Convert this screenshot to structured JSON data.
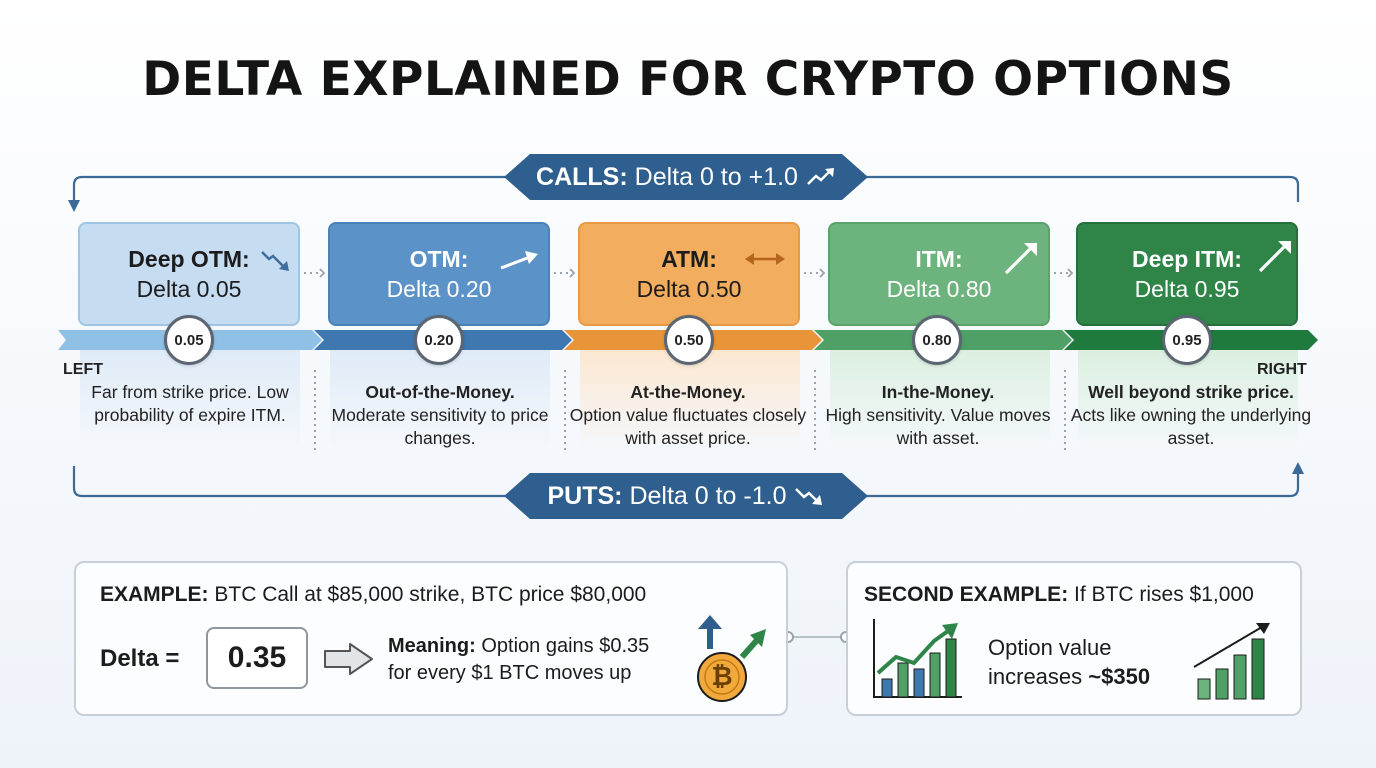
{
  "title": "DELTA EXPLAINED FOR CRYPTO OPTIONS",
  "calls": {
    "label_bold": "CALLS:",
    "label_rest": "Delta 0 to +1.0"
  },
  "puts": {
    "label_bold": "PUTS:",
    "label_rest": "Delta 0 to -1.0"
  },
  "side_labels": {
    "left": "LEFT",
    "right": "RIGHT"
  },
  "stages": [
    {
      "name": "Deep OTM:",
      "delta_text": "Delta 0.05",
      "value": "0.05",
      "desc_bold": "",
      "desc": "Far from strike price. Low probability of expire ITM.",
      "color": "#c6dcf1"
    },
    {
      "name": "OTM:",
      "delta_text": "Delta 0.20",
      "value": "0.20",
      "desc_bold": "Out-of-the-Money.",
      "desc": "Moderate sensitivity to price changes.",
      "color": "#5b93c8"
    },
    {
      "name": "ATM:",
      "delta_text": "Delta 0.50",
      "value": "0.50",
      "desc_bold": "At-the-Money.",
      "desc": "Option value fluctuates closely with asset price.",
      "color": "#f2ad5e"
    },
    {
      "name": "ITM:",
      "delta_text": "Delta 0.80",
      "value": "0.80",
      "desc_bold": "In-the-Money.",
      "desc": "High sensitivity. Value moves with asset.",
      "color": "#6db37d"
    },
    {
      "name": "Deep ITM:",
      "delta_text": "Delta 0.95",
      "value": "0.95",
      "desc_bold": "Well beyond strike price.",
      "desc": "Acts like owning the underlying asset.",
      "color": "#2f8548"
    }
  ],
  "example1": {
    "head_bold": "EXAMPLE:",
    "head_rest": "BTC Call at $85,000 strike, BTC price $80,000",
    "delta_label": "Delta =",
    "delta_value": "0.35",
    "meaning_bold": "Meaning:",
    "meaning_line1": "Option gains $0.35",
    "meaning_line2": "for every $1 BTC moves up",
    "coin_symbol": "₿"
  },
  "example2": {
    "head_bold": "SECOND EXAMPLE:",
    "head_rest": "If BTC rises $1,000",
    "line1": "Option value",
    "line2_prefix": "increases",
    "line2_bold": "~$350"
  },
  "colors": {
    "navy_pill": "#2f5f8e",
    "loop_line": "#3b6a96",
    "band_blue_light": "#8fc0e6",
    "band_blue": "#3f77b0",
    "band_orange": "#e8953a",
    "band_green": "#4fa066",
    "band_green_dark": "#1f7a3e"
  }
}
